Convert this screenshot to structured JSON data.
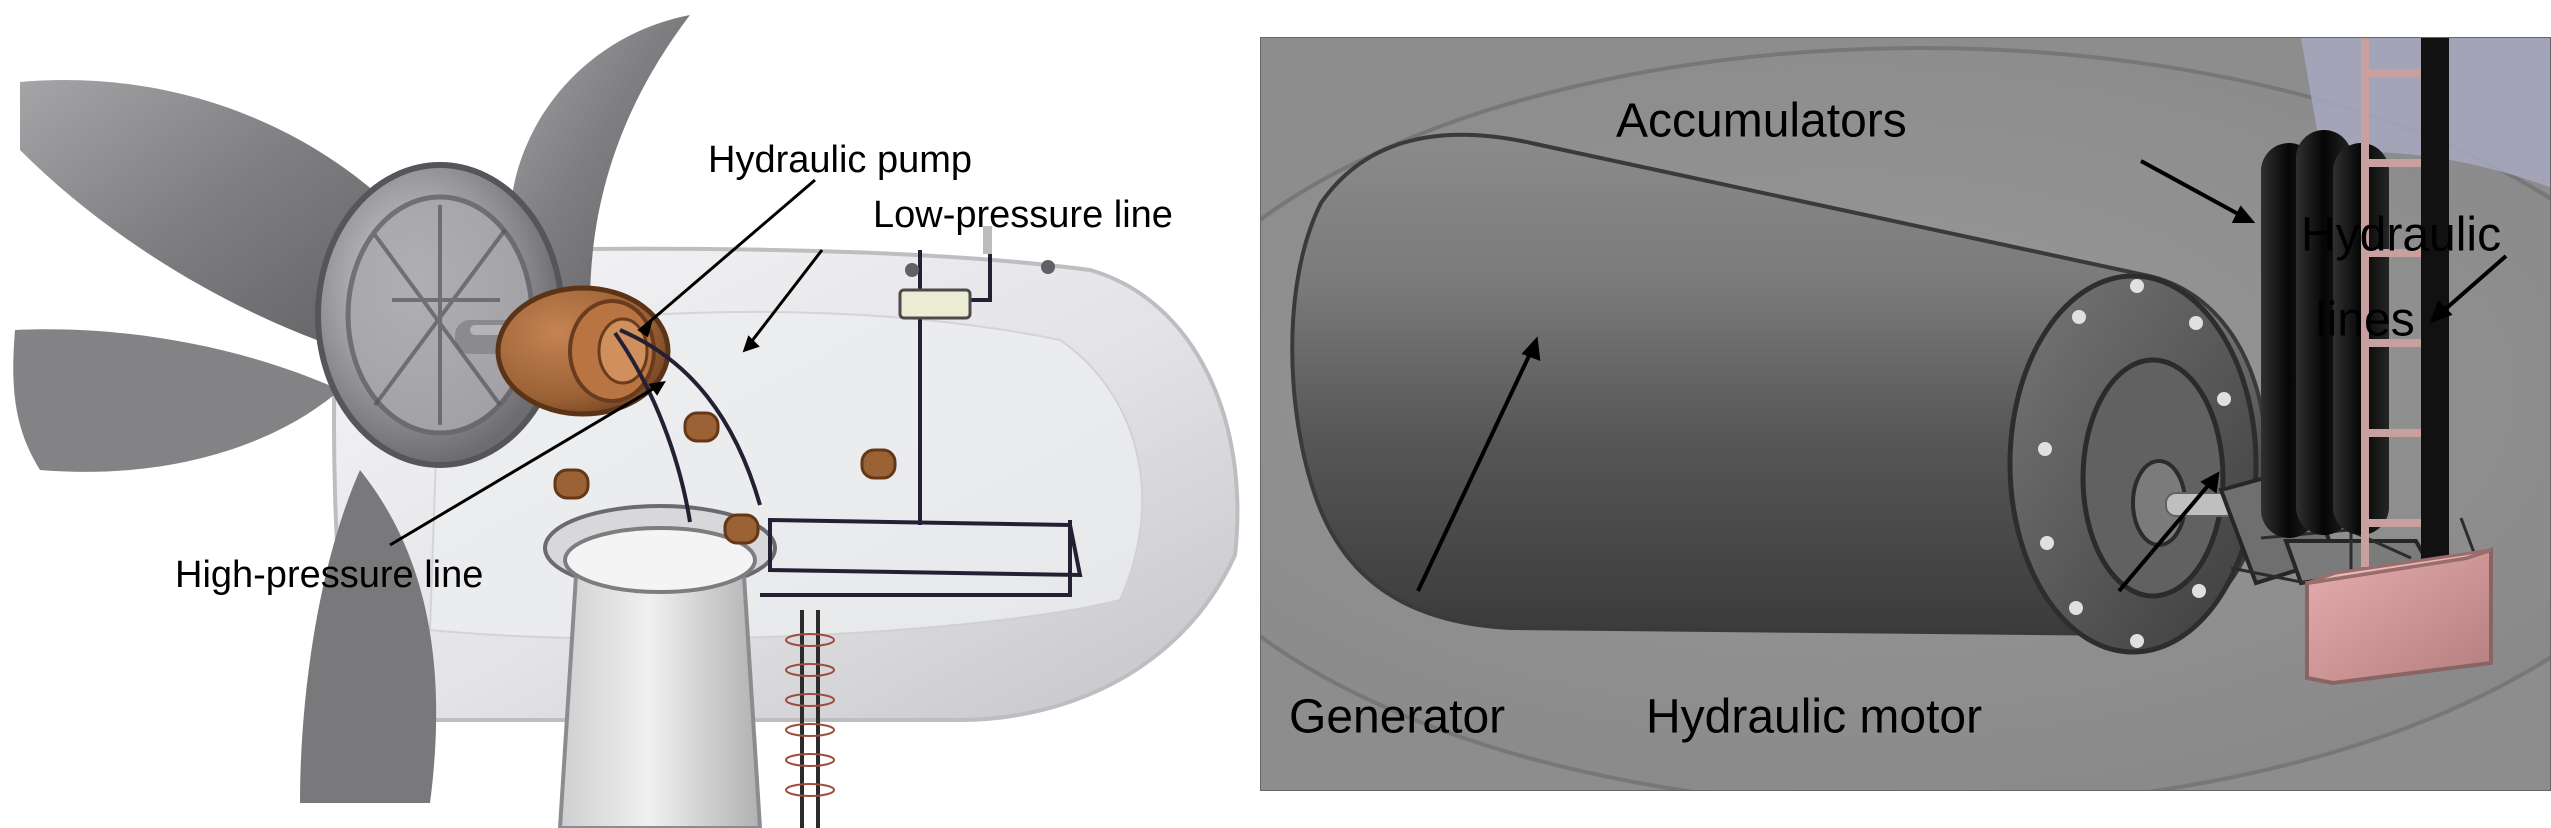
{
  "left_panel": {
    "labels": {
      "hydraulic_pump": "Hydraulic pump",
      "low_pressure_line": "Low-pressure  line",
      "high_pressure_line": "High-pressure  line"
    }
  },
  "right_panel": {
    "labels": {
      "accumulators": "Accumulators",
      "hydraulic_lines_line1": "Hydraulic",
      "hydraulic_lines_line2": "lines",
      "generator": "Generator",
      "hydraulic_motor": "Hydraulic motor"
    }
  },
  "colors": {
    "nacelle": "#e7e7ea",
    "blade": "#727275",
    "pump": "#9b6235",
    "tower": "#bcbcbc",
    "generator": "#6f6f6f",
    "accumulator": "#111111",
    "ladder": "#c69595",
    "base_block": "#d49a9a"
  }
}
